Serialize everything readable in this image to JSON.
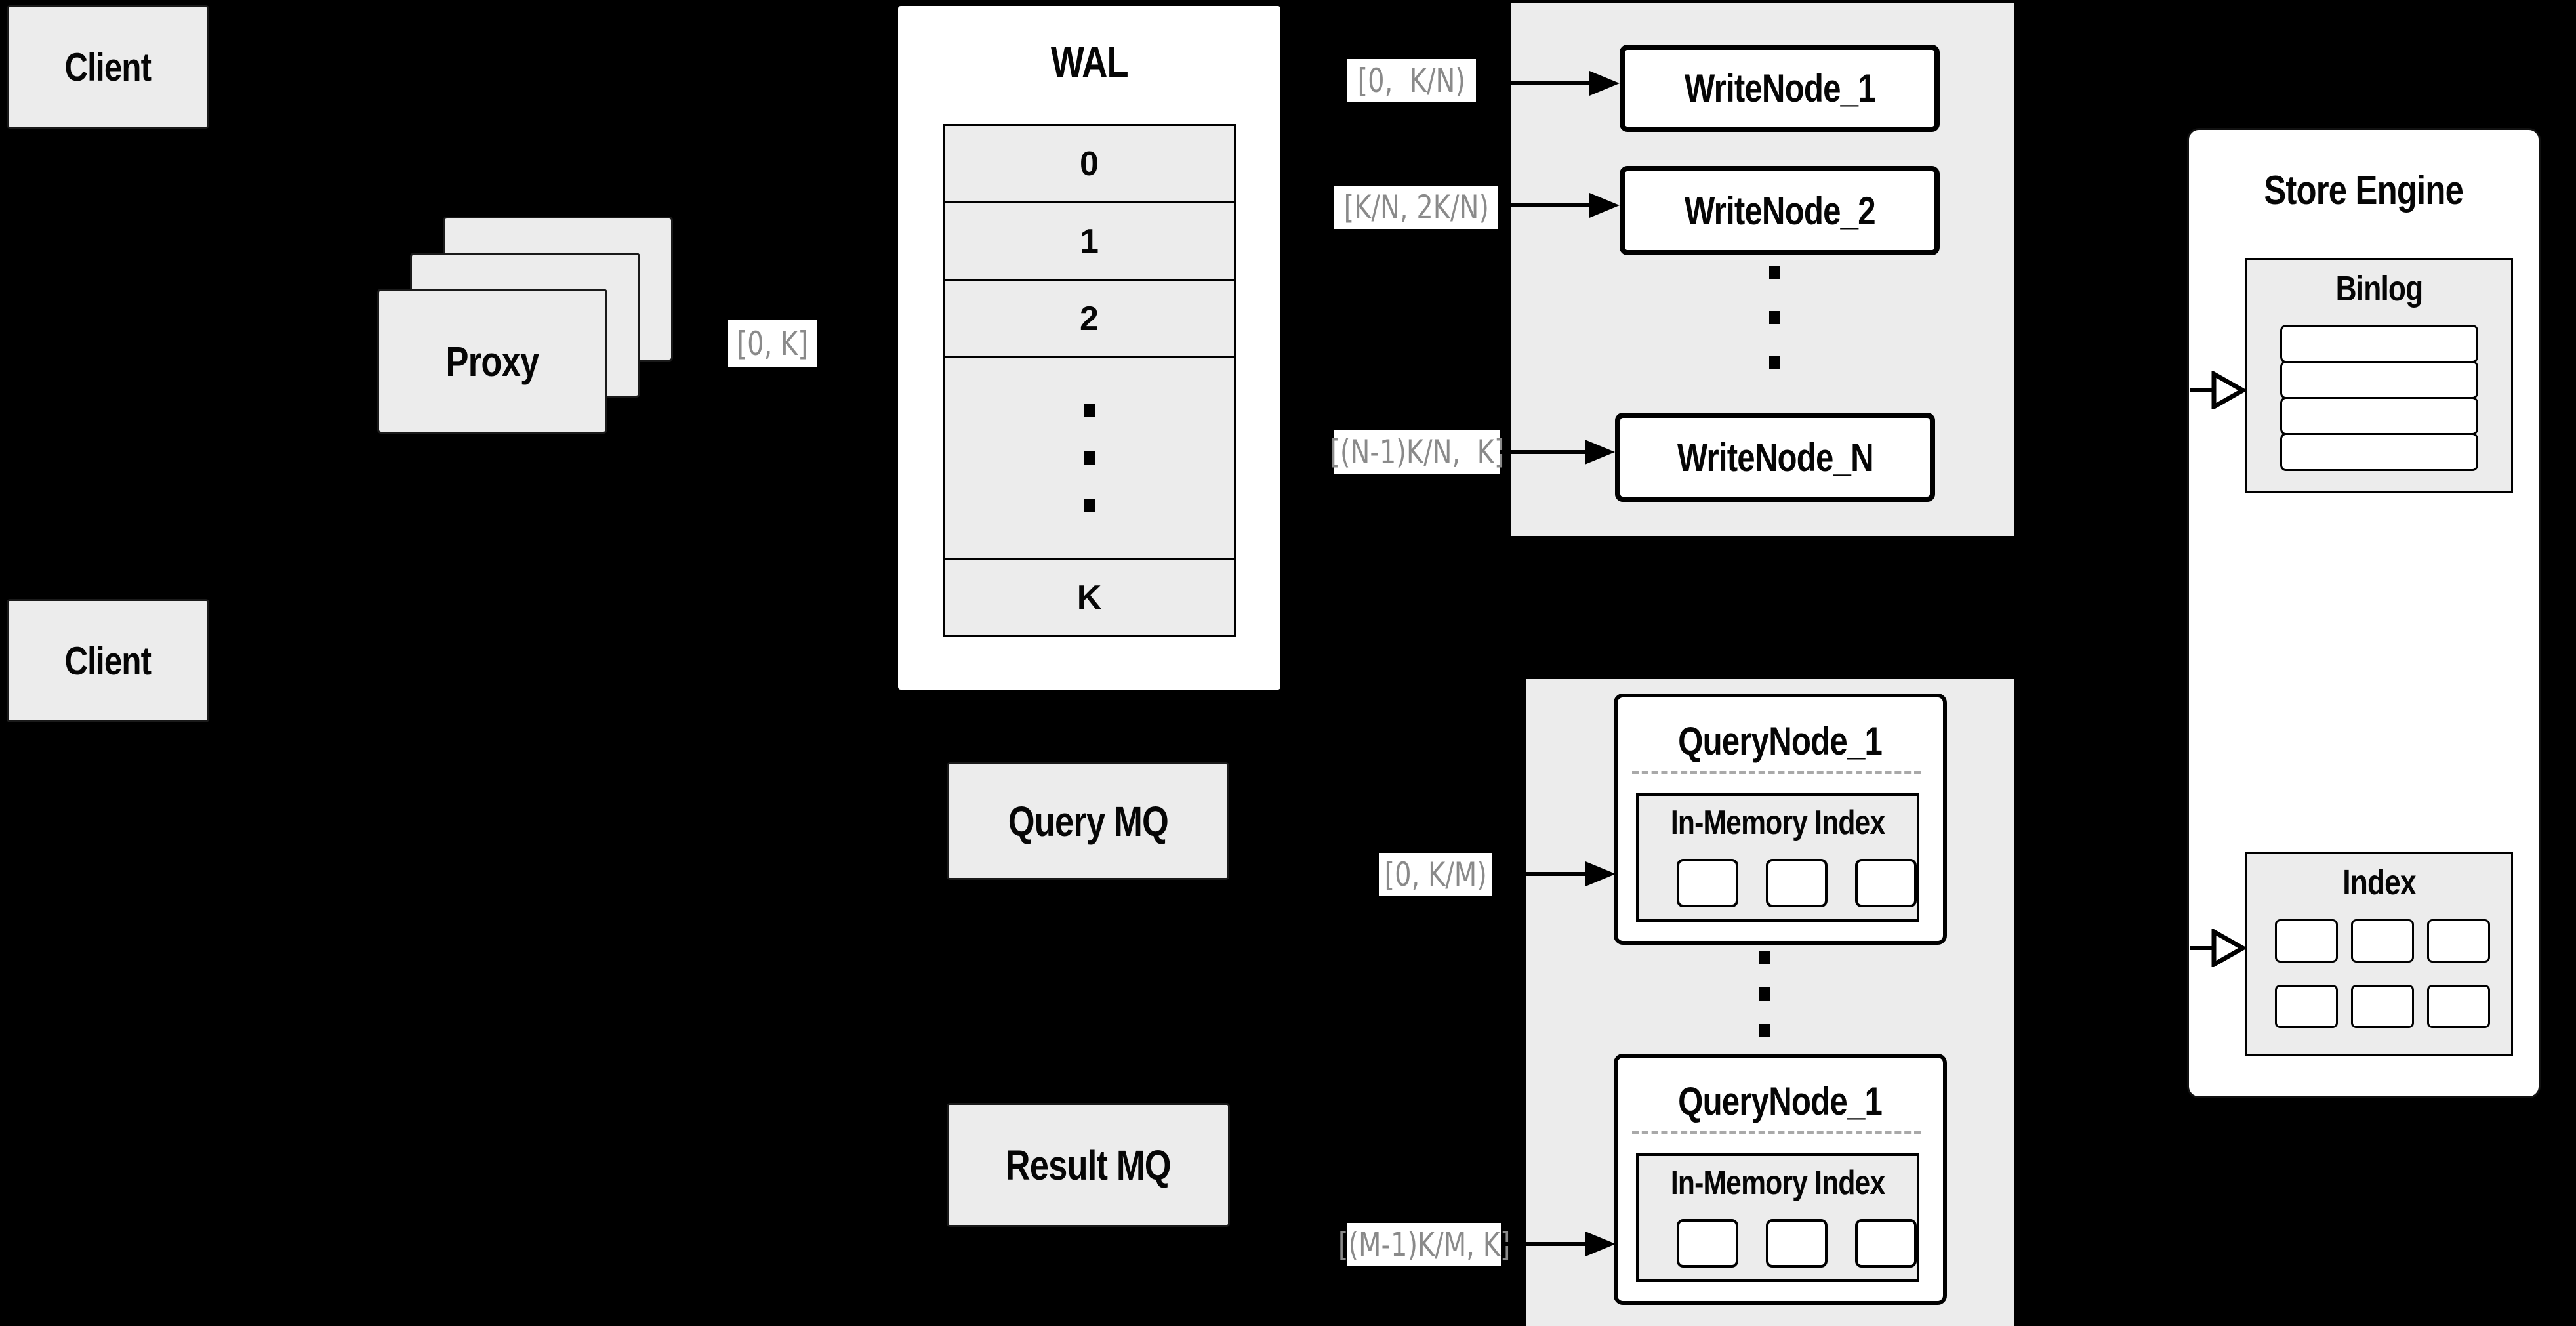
{
  "colors": {
    "background": "#000000",
    "panel_gray": "#ececec",
    "box_white": "#ffffff",
    "line_black": "#000000",
    "range_label_text": "#8a8a8a"
  },
  "clients": {
    "top_label": "Client",
    "bottom_label": "Client"
  },
  "proxy": {
    "label": "Proxy"
  },
  "wal": {
    "title": "WAL",
    "rows": [
      "0",
      "1",
      "2"
    ],
    "last_row": "K"
  },
  "range_labels": {
    "proxy_out": "[0, K]",
    "write_1": "[0,  K/N)",
    "write_2": "[K/N, 2K/N)",
    "write_n": "[(N-1)K/N,  K]",
    "query_1": "[0, K/M)",
    "query_2": "[(M-1)K/M, K]"
  },
  "write_nodes": {
    "node_1": "WriteNode_1",
    "node_2": "WriteNode_2",
    "node_n": "WriteNode_N"
  },
  "message_queues": {
    "query": "Query MQ",
    "result": "Result MQ"
  },
  "query_nodes": {
    "top": {
      "title": "QueryNode_1",
      "inner": "In-Memory Index"
    },
    "bottom": {
      "title": "QueryNode_1",
      "inner": "In-Memory Index"
    }
  },
  "store_engine": {
    "title": "Store Engine",
    "binlog_title": "Binlog",
    "index_title": "Index"
  }
}
